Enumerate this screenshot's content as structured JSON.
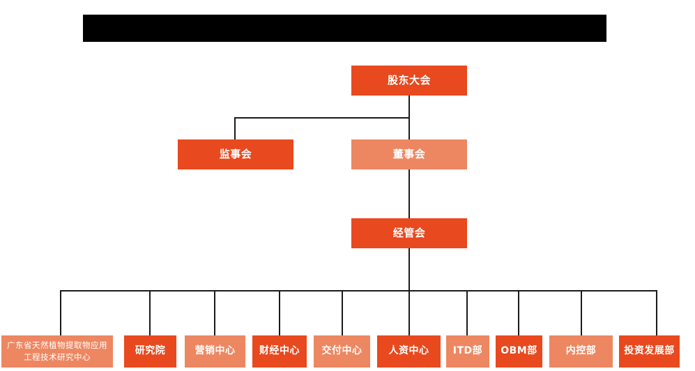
{
  "diagram": {
    "type": "org-chart",
    "title_bar": {
      "name": "redacted-title-bar",
      "text": "",
      "color": "#000000"
    },
    "colors": {
      "dark_orange": "#E8491E",
      "light_orange": "#ED8761",
      "connector": "#1a1a1a",
      "background": "#FFFFFF",
      "label": "#FFFFFF"
    },
    "levels": [
      {
        "level": 1,
        "nodes": [
          {
            "id": "shareholders",
            "label": "股东大会",
            "shade": "dark"
          }
        ]
      },
      {
        "level": 2,
        "nodes": [
          {
            "id": "supervisors",
            "label": "监事会",
            "shade": "dark"
          },
          {
            "id": "directors",
            "label": "董事会",
            "shade": "light"
          }
        ]
      },
      {
        "level": 3,
        "nodes": [
          {
            "id": "management",
            "label": "经管会",
            "shade": "dark"
          }
        ]
      },
      {
        "level": 4,
        "nodes": [
          {
            "id": "research-center",
            "label": "广东省天然植物提取物应用工程技术研究中心",
            "shade": "light"
          },
          {
            "id": "institute",
            "label": "研究院",
            "shade": "dark"
          },
          {
            "id": "marketing-center",
            "label": "营销中心",
            "shade": "light"
          },
          {
            "id": "finance-center",
            "label": "财经中心",
            "shade": "dark"
          },
          {
            "id": "delivery-center",
            "label": "交付中心",
            "shade": "light"
          },
          {
            "id": "hr-center",
            "label": "人资中心",
            "shade": "dark"
          },
          {
            "id": "itd-dept",
            "label": "ITD部",
            "shade": "light"
          },
          {
            "id": "obm-dept",
            "label": "OBM部",
            "shade": "dark"
          },
          {
            "id": "internal-control-dept",
            "label": "内控部",
            "shade": "light"
          },
          {
            "id": "investment-development-dept",
            "label": "投资发展部",
            "shade": "dark"
          }
        ]
      }
    ]
  }
}
